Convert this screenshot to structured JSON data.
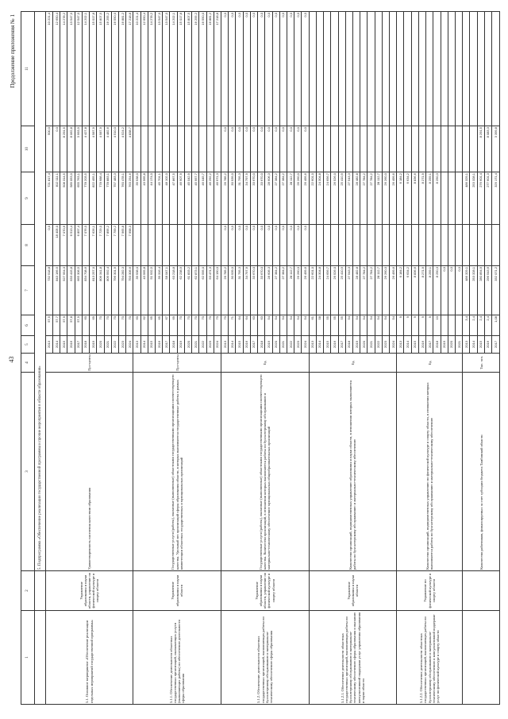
{
  "page_number": "43",
  "appendix_label": "Продолжение приложения № 1",
  "header_cols": [
    "1",
    "2",
    "3",
    "4",
    "5",
    "6",
    "7",
    "8",
    "9",
    "10",
    "11"
  ],
  "subprogram_title": "5. Подпрограмма «Обеспечение реализации государственной программы и прочие мероприятия в области образования»",
  "blocks": [
    {
      "event": "5.1. Основное мероприятие «Обеспечение реализации отдельных мероприятий государственной программы»",
      "executor": "Управление образования и науки области, управление по физической культуре и спорту области",
      "indicator": "Удовлетворенность населения качеством образования",
      "unit": "Про-центы",
      "rows": [
        [
          "2013",
          "57,5",
          "732 518,8",
          "0,0",
          "721 817,4",
          "500,0",
          "10 221,4"
        ],
        [
          "2014",
          "57,7",
          "843 166,5",
          "18 405,0",
          "812 111,1",
          "0,0",
          "12 650,4"
        ],
        [
          "2015",
          "57,9",
          "527 954,3",
          "7 070,6",
          "508 314,5",
          "8 291,5",
          "14 278,2"
        ],
        [
          "2016",
          "57,8",
          "633 415,8",
          "6 513,4",
          "589 053,0",
          "8 062,8",
          "13 547,0"
        ],
        [
          "2017",
          "57,9",
          "665 306,5",
          "6 897,4",
          "655 763,1",
          "3 993,9",
          "12 547,0"
        ],
        [
          "2018",
          "60",
          "834 708,6",
          "7 076,0",
          "778 203,5",
          "4 427,8",
          "14 202,1"
        ],
        [
          "2019",
          "69",
          "813 257,0",
          "7 626,1",
          "822 455,1",
          "4 587,9",
          "15 017,8"
        ],
        [
          "2020",
          "70",
          "806 341,8",
          "7 729,0",
          "778 688,4",
          "4 587,9",
          "15 807,5"
        ],
        [
          "2021",
          "70",
          "809 592,4",
          "7 895,2",
          "778 883,1",
          "4 482,6",
          "16 255,2"
        ],
        [
          "2022",
          "70",
          "796 301,9",
          "7 759,2",
          "757 483,3",
          "4 510,0",
          "16 550,0"
        ],
        [
          "2023",
          "70",
          "794 282,3",
          "7 965,8",
          "760 478,1",
          "4 524,2",
          "16 881,2"
        ],
        [
          "2024",
          "70",
          "793 306,6",
          "7 998,3",
          "763 254,6",
          "4 838,7",
          "17 218,8"
        ]
      ]
    },
    {
      "event": "5.1.1. Обеспечение деятельности областных государственных организаций, оказывающих услуги (выполняющих работы) по обеспечению деятельности сферы образования",
      "executor": "Управление образования и науки области",
      "indicator": "Государственные услуги (работы), оказанные (выполненные) областными государственными организациями соответствующего качества. Удельный вес организаций сферы образования области, в которых выполняются государственные работы в рамках компетенции областных государственных и муниципальных организаций",
      "unit": "Про-центы",
      "rows": [
        [
          "2013",
          "60",
          "39 938,0",
          "",
          "39 938,0",
          "",
          "10 221,4"
        ],
        [
          "2014",
          "62",
          "43 565,8",
          "",
          "43 565,8",
          "",
          "12 650,4"
        ],
        [
          "2015",
          "65",
          "51 932,5",
          "",
          "44 174,0",
          "",
          "14 278,2"
        ],
        [
          "2016",
          "65",
          "39 316,4",
          "",
          "45 701,1",
          "",
          "13 547,0"
        ],
        [
          "2017",
          "67",
          "58 047,1",
          "",
          "48 102,0",
          "",
          "13 547,0"
        ],
        [
          "2018",
          "69",
          "63 218,8",
          "",
          "47 867,5",
          "",
          "14 202,1"
        ],
        [
          "2019",
          "70",
          "62 238,9",
          "",
          "46 907,9",
          "",
          "15 017,8"
        ],
        [
          "2020",
          "70",
          "61 833,2",
          "",
          "45 042,9",
          "",
          "15 807,5"
        ],
        [
          "2021",
          "70",
          "62 873,1",
          "",
          "45 957,7",
          "",
          "16 255,2"
        ],
        [
          "2022",
          "70",
          "62 595,0",
          "",
          "46 045,7",
          "",
          "16 550,0"
        ],
        [
          "2023",
          "70",
          "63 471,3",
          "",
          "46 292,2",
          "",
          "16 881,2"
        ],
        [
          "2024",
          "70",
          "64 190,0",
          "",
          "46 971,3",
          "",
          "17 218,8"
        ]
      ]
    },
    {
      "event": "5.1.2. Обеспечение деятельности областных государственных организаций, выполняющих работы по бухгалтерскому обслуживанию и материально-техническому обеспечению сферы образования",
      "executor": "Управление образования и науки области, управление по физической культуре и спорту области",
      "indicator": "Государственные услуги (работы), оказанные (выполненные) областными государственными организациями соответствующего качества. Количество организаций, в отношении которых выполняются работы по бухгалтерскому обслуживанию и материально-техническому обеспечению муниципальных общеобразовательных организаций",
      "unit": "Ед.",
      "rows": [
        [
          "2013",
          "70",
          "26 785,2",
          "0,0",
          "26 785,2",
          "0,0",
          "0,0"
        ],
        [
          "2014",
          "71",
          "30 939,0",
          "0,0",
          "30 939,0",
          "0,0",
          "0,0"
        ],
        [
          "2015",
          "64",
          "31 795,3",
          "0,0",
          "31 795,3",
          "0,0",
          "0,0"
        ],
        [
          "2016",
          "64",
          "34 797,9",
          "0,0",
          "34 797,9",
          "0,0",
          "0,0"
        ],
        [
          "2017",
          "63",
          "33 670,0",
          "0,0",
          "33 670,0",
          "0,0",
          "0,0"
        ],
        [
          "2018",
          "63",
          "33 670,0",
          "0,0",
          "33 670,0",
          "0,0",
          "0,0"
        ],
        [
          "2019",
          "54",
          "28 606,3",
          "0,0",
          "28 606,3",
          "0,0",
          "0,0"
        ],
        [
          "2020",
          "54",
          "27 384,2",
          "0,0",
          "27 384,2",
          "0,0",
          "0,0"
        ],
        [
          "2021",
          "54",
          "27 384,2",
          "0,0",
          "27 384,2",
          "0,0",
          "0,0"
        ],
        [
          "2022",
          "54",
          "28 112,7",
          "0,0",
          "28 112,7",
          "0,0",
          "0,0"
        ],
        [
          "2023",
          "54",
          "26 260,0",
          "0,0",
          "26 260,0",
          "0,0",
          "0,0"
        ],
        [
          "2024",
          "54",
          "26 499,6",
          "0,0",
          "26 499,6",
          "0,0",
          "0,0"
        ]
      ]
    },
    {
      "event": "5.1.2.1. Обеспечение деятельности областных государственных организаций, выполняющих работы по бухгалтерскому обслуживанию и материально-техническому обеспечению сферы образования и оказанию консультативной поддержки услуг управления образования и науки области",
      "executor": "Управление образования и науки области",
      "indicator": "Количество организаций, подведомственных управлению образования и науки области, в отношении которых выполняются работы по бухгалтерскому обслуживанию и материально-техническому обеспечению",
      "unit": "Ед.",
      "rows": [
        [
          "2013",
          "61",
          "22 601,0",
          "",
          "22 601,0",
          "",
          ""
        ],
        [
          "2014",
          "58",
          "24 304,8",
          "",
          "24 304,8",
          "",
          ""
        ],
        [
          "2015",
          "55",
          "24 656,7",
          "",
          "24 656,7",
          "",
          ""
        ],
        [
          "2016",
          "55",
          "26 526,0",
          "",
          "26 526,0",
          "",
          ""
        ],
        [
          "2017",
          "55",
          "25 410,9",
          "",
          "25 410,9",
          "",
          ""
        ],
        [
          "2018",
          "54",
          "27 543,3",
          "",
          "27 543,3",
          "",
          ""
        ],
        [
          "2019",
          "54",
          "28 482,8",
          "",
          "28 482,8",
          "",
          ""
        ],
        [
          "2020",
          "54",
          "27 784,2",
          "",
          "27 784,2",
          "",
          ""
        ],
        [
          "2021",
          "54",
          "27 784,2",
          "",
          "27 784,2",
          "",
          ""
        ],
        [
          "2022",
          "54",
          "28 112,7",
          "",
          "28 112,7",
          "",
          ""
        ],
        [
          "2023",
          "54",
          "26 260,0",
          "",
          "26 260,0",
          "",
          ""
        ],
        [
          "2024",
          "54",
          "26 499,6",
          "",
          "26 499,6",
          "",
          ""
        ]
      ]
    },
    {
      "event": "5.1.2.2. Обеспечение деятельности областных государственных организаций, выполняющих работы по бухгалтерскому обслуживанию и материально-техническому обеспечению и консультативной поддержке услуг по физической культуре и спорту области",
      "executor": "Управление по физической культуре и спорту области",
      "indicator": "Количество организаций, подведомственных управлению по физической культуре и спорту области, в отношении которых выполняются работы по бухгалтерскому обслуживанию и материально-техническому обеспечению",
      "unit": "Ед.",
      "rows": [
        [
          "2013",
          "9",
          "6 184,2",
          "",
          "6 184,2",
          "",
          ""
        ],
        [
          "2014",
          "9",
          "6 634,2",
          "",
          "6 634,2",
          "",
          ""
        ],
        [
          "2015",
          "9",
          "8 836,6",
          "",
          "8 836,6",
          "",
          ""
        ],
        [
          "2016",
          "9",
          "8 271,9",
          "",
          "8 271,9",
          "",
          ""
        ],
        [
          "2017",
          "9",
          "8 259,1",
          "",
          "8 259,1",
          "",
          ""
        ],
        [
          "2018",
          "10",
          "8 250,3",
          "",
          "8 250,3",
          "",
          ""
        ],
        [
          "2019",
          "",
          "0,0",
          "",
          "",
          "",
          ""
        ],
        [
          "2020",
          "",
          "0,0",
          "",
          "",
          "",
          ""
        ],
        [
          "2021",
          "",
          "0,0",
          "",
          "",
          "",
          ""
        ]
      ]
    },
    {
      "event": "",
      "executor": "",
      "indicator": "Количество работников, финансируемых за счет субсидии бюджета Тамбовской области",
      "unit": "Тыс. чел.",
      "rows": [
        [
          "2013",
          "3,4",
          "486 329,1",
          "",
          "486 329,1",
          "",
          ""
        ],
        [
          "2014",
          "2,4",
          "253 328,1",
          "",
          "253 328,1",
          "",
          ""
        ],
        [
          "2015",
          "2,4",
          "280 894,9",
          "",
          "276 601,4",
          "8 291,5",
          ""
        ],
        [
          "2016",
          "2,4",
          "296 543,6",
          "",
          "277 601,3",
          "8 083,3",
          ""
        ],
        [
          "2017",
          "1,08",
          "332 071,2",
          "",
          "329 171,4",
          "3 399,8",
          ""
        ]
      ]
    }
  ]
}
